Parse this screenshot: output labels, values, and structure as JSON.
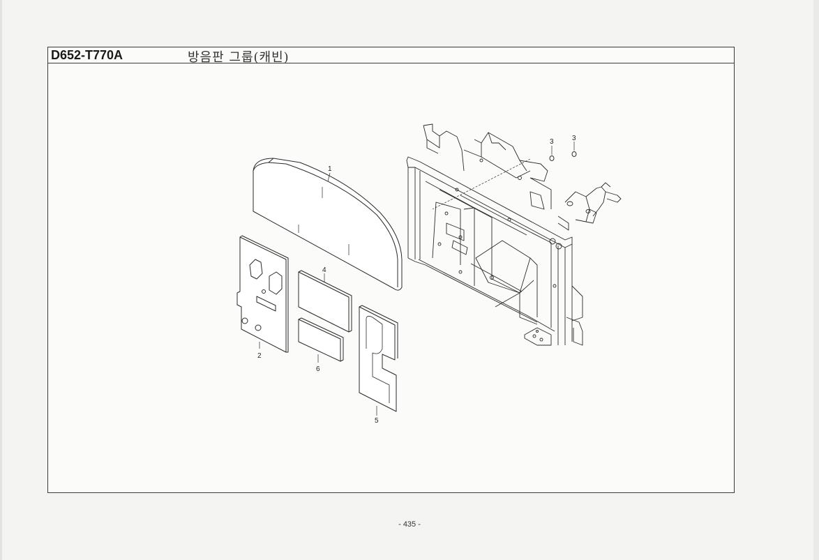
{
  "header": {
    "code": "D652-T770A",
    "title": "방음판 그룹(캐빈)"
  },
  "callouts": {
    "c1": "1",
    "c2": "2",
    "c3a": "3",
    "c3b": "3",
    "c4": "4",
    "c5": "5",
    "c6": "6"
  },
  "footer": {
    "page": "- 435 -"
  }
}
